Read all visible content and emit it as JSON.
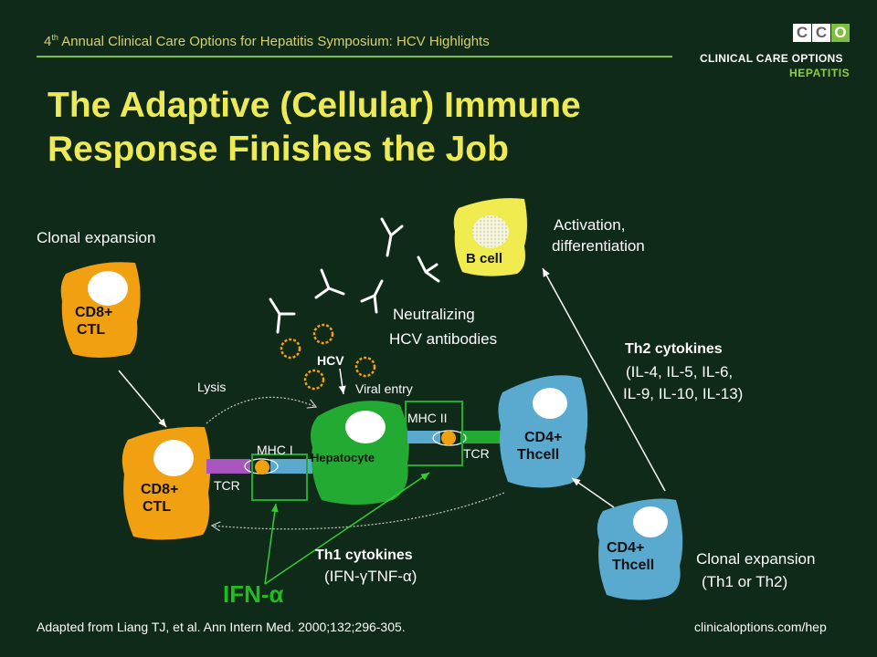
{
  "header": {
    "number": "4",
    "ordinal": "th",
    "text": " Annual Clinical Care Options for Hepatitis Symposium: HCV Highlights"
  },
  "logo": {
    "letters": [
      "C",
      "C",
      "O"
    ],
    "line1": "CLINICAL CARE OPTIONS",
    "line2": "HEPATITIS"
  },
  "title": {
    "line1": "The Adaptive (Cellular) Immune",
    "line2": "Response Finishes the Job"
  },
  "diagram": {
    "clonal_expansion_left": "Clonal expansion",
    "cd8_top": {
      "line1": "CD8+",
      "line2": "CTL"
    },
    "cd8_bottom": {
      "line1": "CD8+",
      "line2": "CTL"
    },
    "b_cell": "B cell",
    "activation": {
      "line1": "Activation,",
      "line2": "differentiation"
    },
    "neutralizing": {
      "line1": "Neutralizing",
      "line2": "HCV antibodies"
    },
    "hcv": "HCV",
    "lysis": "Lysis",
    "viral_entry": "Viral entry",
    "mhc1": "MHC I",
    "mhc2": "MHC II",
    "tcr_left": "TCR",
    "tcr_right": "TCR",
    "hepatocyte": "Hepatocyte",
    "cd4_upper": {
      "line1": "CD4+",
      "line2": "Thcell"
    },
    "cd4_lower": {
      "line1": "CD4+",
      "line2": "Thcell"
    },
    "th2": {
      "title": "Th2 cytokines",
      "line1": "(IL-4, IL-5, IL-6,",
      "line2": "IL-9, IL-10, IL-13)"
    },
    "th1": {
      "title": "Th1 cytokines",
      "line1": "(IFN-γTNF-α)"
    },
    "clonal_expansion_right": {
      "line1": "Clonal expansion",
      "line2": "(Th1 or Th2)"
    },
    "ifn": "IFN-α"
  },
  "footer": {
    "citation": "Adapted from Liang TJ, et al. Ann Intern Med. 2000;132;296-305.",
    "url": "clinicaloptions.com/hep"
  },
  "colors": {
    "background": "#0f2a19",
    "title": "#eeea55",
    "cd8": "#f0a010",
    "hepatocyte": "#22aa33",
    "cd4": "#5aaad0",
    "b_cell": "#f0ec50",
    "virus": "#f0a010",
    "ifn": "#22bb22"
  }
}
